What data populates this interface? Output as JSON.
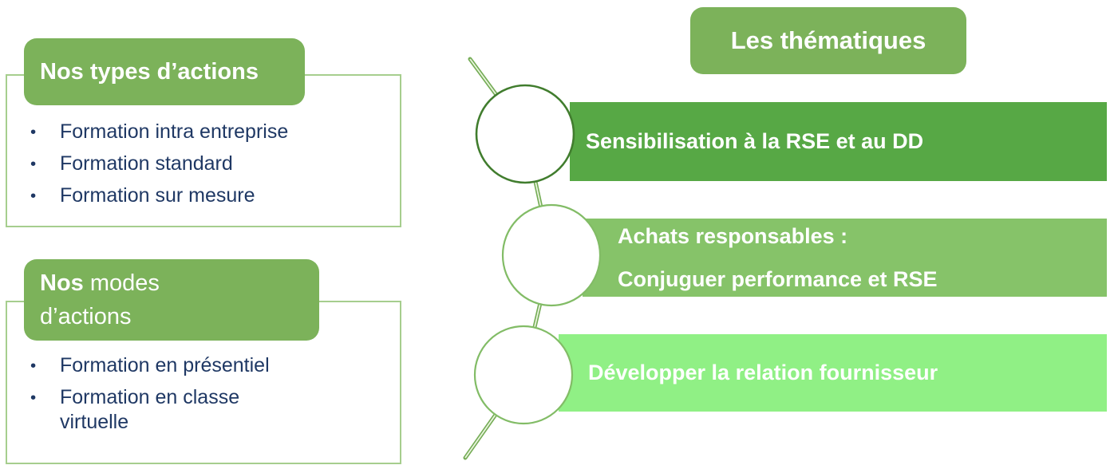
{
  "slide": {
    "background": "#FFFFFF",
    "accent_green": "#7CB25A",
    "text_navy": "#1F3864",
    "box_border_green": "#A6CE8E"
  },
  "types_box": {
    "title": "Nos types d’actions",
    "items": [
      "Formation intra entreprise",
      "Formation standard",
      "Formation sur mesure"
    ]
  },
  "modes_box": {
    "title_bold": "Nos",
    "title_rest": " modes",
    "title_line2": "d’actions",
    "items": [
      "Formation en présentiel",
      "Formation en classe virtuelle"
    ]
  },
  "thematiques": {
    "title": "Les thématiques",
    "connector_color": "#74AC55",
    "connector_highlight": "#E9F4DE",
    "themes": [
      {
        "label": "Sensibilisation à la RSE et au DD",
        "bar_color": "#57A845",
        "circle_border": "#417D2E"
      },
      {
        "label_line1": "Achats responsables :",
        "label_line2": "Conjuguer performance et RSE",
        "bar_color": "#86C369",
        "circle_border": "#82BC66"
      },
      {
        "label": "Développer la relation fournisseur",
        "bar_color": "#90F085",
        "circle_border": "#82BC66"
      }
    ]
  }
}
